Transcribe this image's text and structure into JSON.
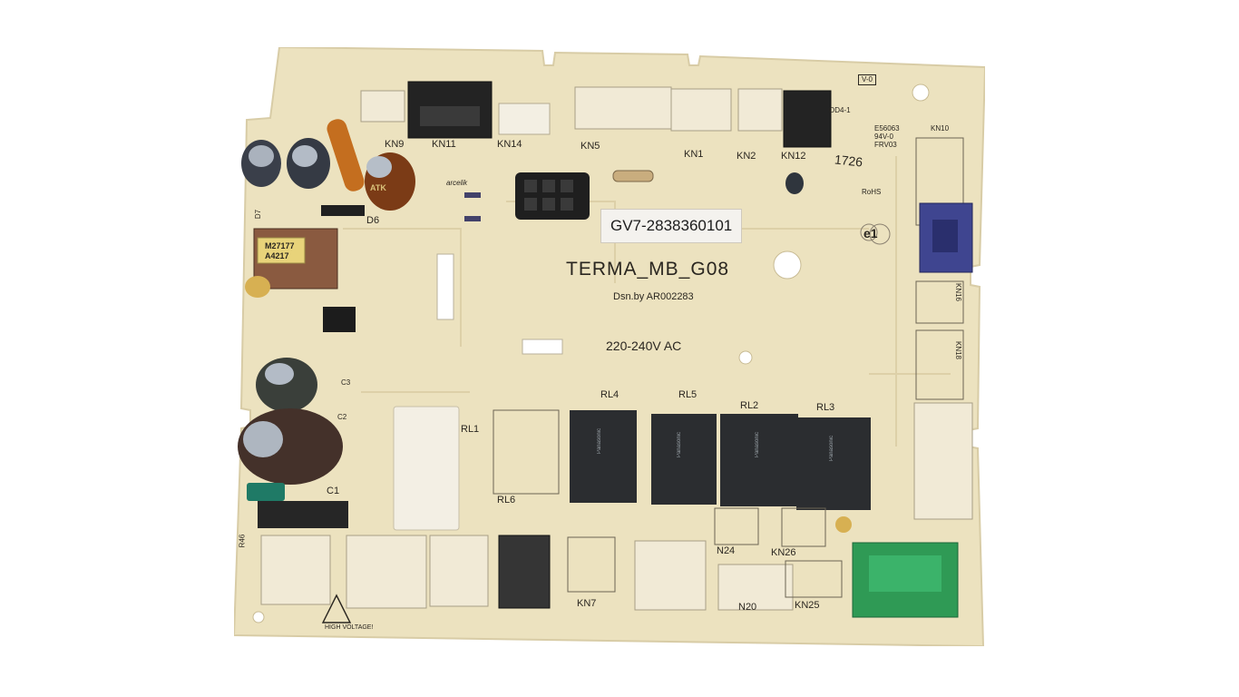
{
  "board": {
    "name": "TERMA_MB_G08",
    "designer": "Dsn.by AR002283",
    "voltage": "220-240V AC",
    "part_sticker": "GV7-2838360101",
    "brand": "arcelik",
    "cert_v0": "V-0",
    "cert_code": "OD4-1",
    "ul_block": [
      "E56063",
      "94V-0",
      "FRV03"
    ],
    "date_code": "1726",
    "rohs": "RoHS",
    "e1": "e1",
    "high_voltage": "HIGH VOLTAGE!",
    "transformer_label": [
      "M27177",
      "A4217"
    ],
    "cap_label": "ATK"
  },
  "connectors_top": [
    "KN9",
    "KN11",
    "KN14",
    "KN5",
    "KN1",
    "KN2",
    "KN12",
    "KN10"
  ],
  "connectors_right": [
    "KN16",
    "KN18"
  ],
  "connectors_bottom": [
    "KN7",
    "N24",
    "KN26",
    "N20",
    "KN25"
  ],
  "relays": [
    "RL1",
    "RL4",
    "RL5",
    "RL2",
    "RL3",
    "RL6"
  ],
  "parts": [
    "D6",
    "D7",
    "C1",
    "C2",
    "C3",
    "R46"
  ],
  "relay_marking": "Panasonic",
  "colors": {
    "pcb": "#ece2bf",
    "connector_white": "#f1ead6",
    "connector_black": "#232323",
    "connector_blue": "#3f4590",
    "connector_green": "#2f9a55",
    "relay_black": "#2b2d30"
  }
}
